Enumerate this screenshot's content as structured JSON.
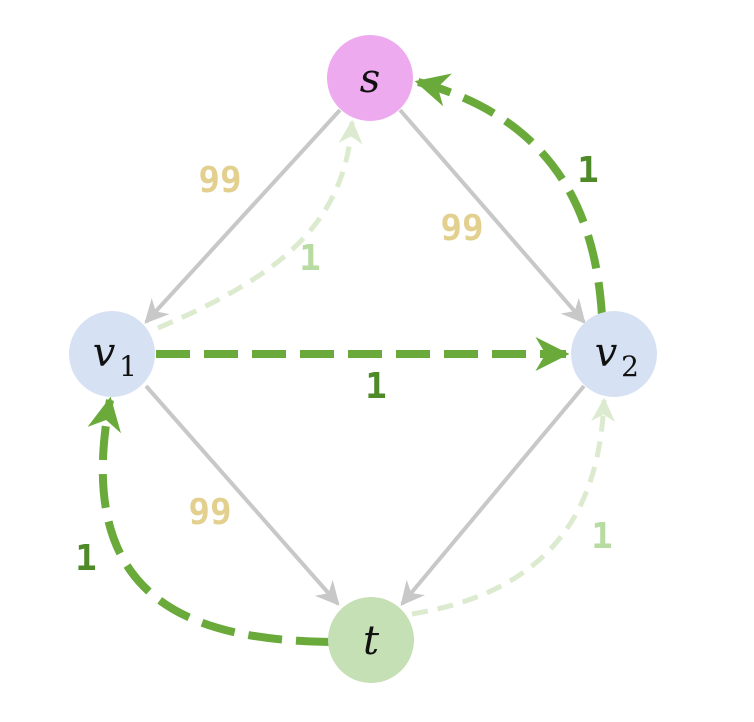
{
  "colors": {
    "capacity_edge": "#c8c8c8",
    "capacity_label": "#e3d08f",
    "flow_strong": "#6aaa3a",
    "flow_strong_label": "#4f8a28",
    "flow_faint": "#dcebcf",
    "flow_faint_label": "#b7dba0",
    "node_s": "#eeaaee",
    "node_v": "#d6e2f3",
    "node_t": "#c5e0b4",
    "node_text": "#111111"
  },
  "nodes": {
    "s": {
      "name": "s",
      "sub": ""
    },
    "v1": {
      "name": "v",
      "sub": "1"
    },
    "v2": {
      "name": "v",
      "sub": "2"
    },
    "t": {
      "name": "t",
      "sub": ""
    }
  },
  "edges": {
    "s_v1": {
      "label": "99"
    },
    "s_v2": {
      "label": "99"
    },
    "v1_t": {
      "label": "99"
    },
    "v2_t": {
      "label": ""
    }
  },
  "flows": {
    "v1_v2": {
      "label": "1"
    },
    "v2_s": {
      "label": "1"
    },
    "t_v1": {
      "label": "1"
    },
    "v1_s": {
      "label": "1"
    },
    "t_v2": {
      "label": "1"
    }
  }
}
